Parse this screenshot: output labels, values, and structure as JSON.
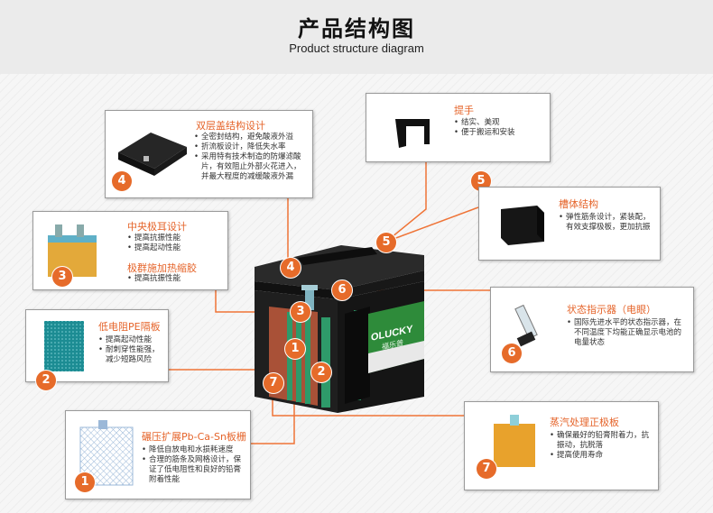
{
  "header": {
    "title": "产品结构图",
    "subtitle": "Product structure diagram"
  },
  "components": {
    "lid": {
      "number": "4",
      "title": "双层盖结构设计",
      "bullets": [
        "全密封结构，避免酸液外溢",
        "折流板设计，降低失水率",
        "采用特有技术制造的防爆滤酸片，有效阻止外部火花进入，并最大程度的减缓酸液外漏"
      ]
    },
    "handle": {
      "number": "5",
      "title": "提手",
      "bullets": [
        "结实、美观",
        "便于搬运和安装"
      ]
    },
    "case": {
      "title": "槽体结构",
      "bullets": [
        "弹性筋条设计，紧装配，有效支撑极板，更加抗振"
      ]
    },
    "terminal": {
      "number": "3",
      "title": "中央极耳设计",
      "bullets": [
        "提高抗振性能",
        "提高起动性能"
      ],
      "title2": "极群施加热缩胶",
      "bullets2": [
        "提高抗振性能"
      ]
    },
    "separator": {
      "number": "2",
      "title": "低电阻PE隔板",
      "bullets": [
        "提高起动性能",
        "耐刺穿性能强，减少短路风险"
      ]
    },
    "indicator": {
      "number": "6",
      "title": "状态指示器（电眼）",
      "bullets": [
        "国际先进水平的状态指示器，在不同温度下均能正确显示电池的电量状态"
      ]
    },
    "grid": {
      "number": "1",
      "title": "碾压扩展Pb-Ca-Sn板栅",
      "bullets": [
        "降低自放电和水损耗速度",
        "合理的筋条及网格设计，保证了低电阻性和良好的铅膏附着性能"
      ]
    },
    "positive_plate": {
      "number": "7",
      "title": "蒸汽处理正极板",
      "bullets": [
        "确保最好的铅膏附着力，抗振动，抗脱落",
        "提高使用寿命"
      ]
    }
  },
  "battery": {
    "brand": "OLUCKY",
    "brand_cn": "福乐普"
  },
  "colors": {
    "accent": "#e66b2a",
    "line": "#ef7437",
    "battery_body": "#1c1c1c",
    "label_green": "#2e8b3a"
  }
}
